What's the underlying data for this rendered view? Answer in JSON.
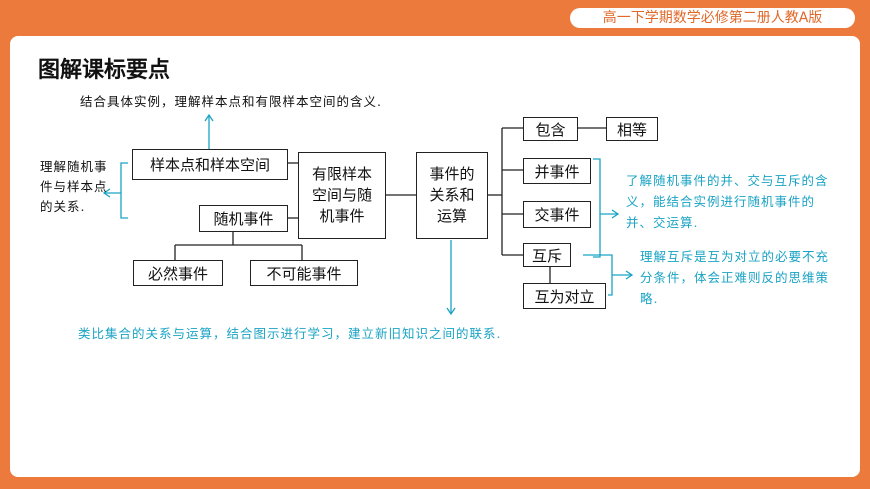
{
  "header": {
    "course": "高一下学期数学必修第二册人教A版"
  },
  "page_title": "图解课标要点",
  "notes": {
    "top": "结合具体实例，理解样本点和有限样本空间的含义.",
    "left": "理解随机事件与样本点的关系.",
    "right_upper": "了解随机事件的并、交与互斥的含义，能结合实例进行随机事件的并、交运算.",
    "right_lower": "理解互斥是互为对立的必要不充分条件，体会正难则反的思维策略.",
    "bottom": "类比集合的关系与运算，结合图示进行学习，建立新旧知识之间的联系."
  },
  "boxes": {
    "sample_space": "样本点和样本空间",
    "random_event": "随机事件",
    "certain_event": "必然事件",
    "impossible_event": "不可能事件",
    "finite_space": "有限样本空间与随机事件",
    "relations": "事件的关系和运算",
    "inclusion": "包含",
    "equal": "相等",
    "union": "并事件",
    "intersection": "交事件",
    "mutually_exclusive": "互斥",
    "complementary": "互为对立"
  },
  "colors": {
    "accent": "#ec7a3c",
    "note_blue": "#1aa3c4",
    "line": "#222222"
  }
}
